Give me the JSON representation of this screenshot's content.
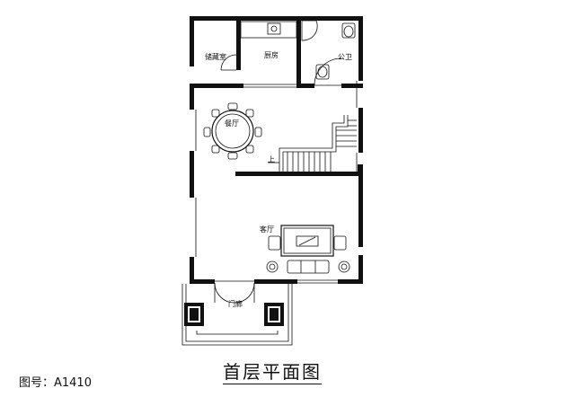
{
  "plan": {
    "title": "首层平面图",
    "drawing_number": "图号：A1410",
    "rooms": {
      "storage": "储藏室",
      "kitchen": "厨房",
      "bathroom": "公卫",
      "dining": "餐厅",
      "living": "客厅",
      "porch": "门廊"
    },
    "stair_up_marker": "上"
  },
  "colors": {
    "line": "#111111",
    "background": "#ffffff"
  }
}
